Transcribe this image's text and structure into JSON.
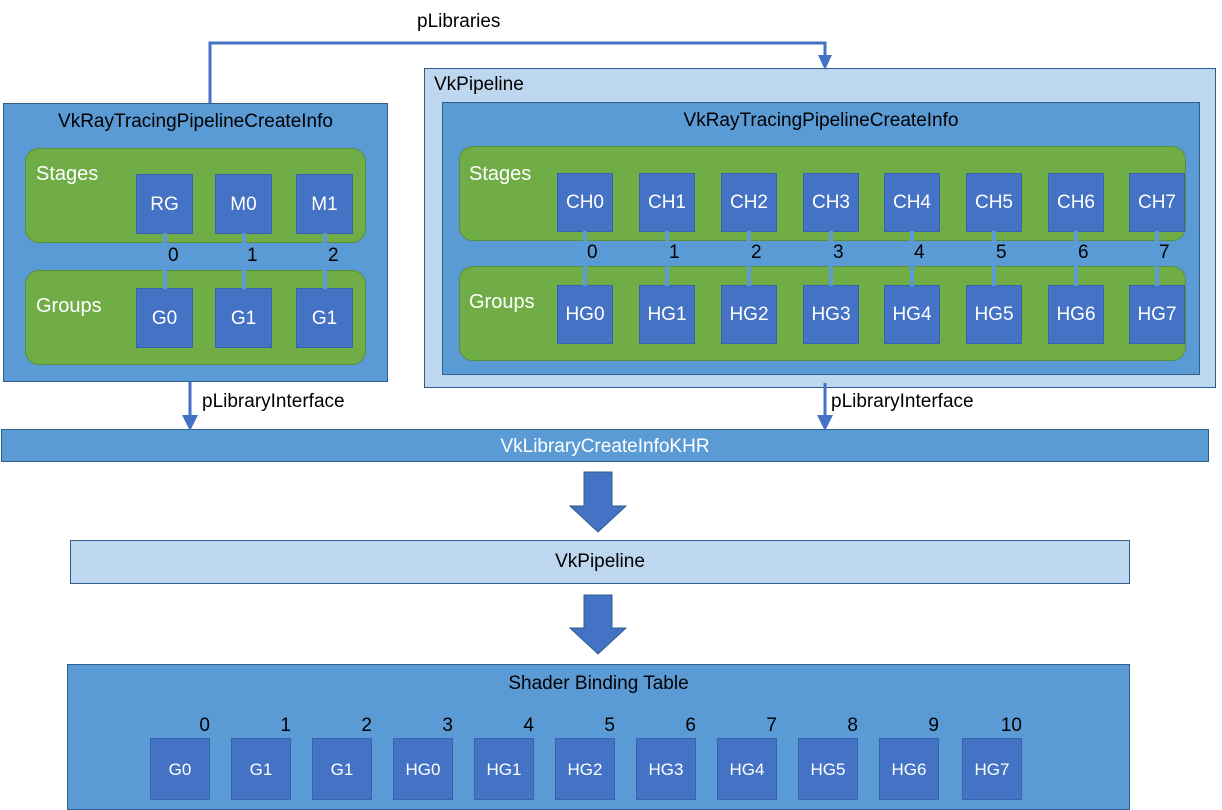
{
  "diagram": {
    "title_text_plibraries": "pLibraries",
    "colors": {
      "outer_dark_blue": "#5b9bd5",
      "outer_light_blue": "#bdd7ee",
      "green_group": "#70ad47",
      "cell_blue": "#4472c4",
      "connector_blue": "#4472c4",
      "border_blue": "#2e5f8a"
    },
    "labels": {
      "plibraries": "pLibraries",
      "plibrary_interface_left": "pLibraryInterface",
      "plibrary_interface_right": "pLibraryInterface"
    },
    "left_create_info": {
      "title": "VkRayTracingPipelineCreateInfo",
      "stages_label": "Stages",
      "groups_label": "Groups",
      "stages": [
        "RG",
        "M0",
        "M1"
      ],
      "groups": [
        "G0",
        "G1",
        "G1"
      ],
      "indices": [
        "0",
        "1",
        "2"
      ]
    },
    "vk_pipeline_box": {
      "title": "VkPipeline",
      "create_info": {
        "title": "VkRayTracingPipelineCreateInfo",
        "stages_label": "Stages",
        "groups_label": "Groups",
        "stages": [
          "CH0",
          "CH1",
          "CH2",
          "CH3",
          "CH4",
          "CH5",
          "CH6",
          "CH7"
        ],
        "groups": [
          "HG0",
          "HG1",
          "HG2",
          "HG3",
          "HG4",
          "HG5",
          "HG6",
          "HG7"
        ],
        "indices": [
          "0",
          "1",
          "2",
          "3",
          "4",
          "5",
          "6",
          "7"
        ]
      }
    },
    "library_create_info_bar": {
      "title": "VkLibraryCreateInfoKHR"
    },
    "result_pipeline_bar": {
      "title": "VkPipeline"
    },
    "shader_binding_table": {
      "title": "Shader Binding Table",
      "indices": [
        "0",
        "1",
        "2",
        "3",
        "4",
        "5",
        "6",
        "7",
        "8",
        "9",
        "10"
      ],
      "entries": [
        "G0",
        "G1",
        "G1",
        "HG0",
        "HG1",
        "HG2",
        "HG3",
        "HG4",
        "HG5",
        "HG6",
        "HG7"
      ]
    }
  }
}
